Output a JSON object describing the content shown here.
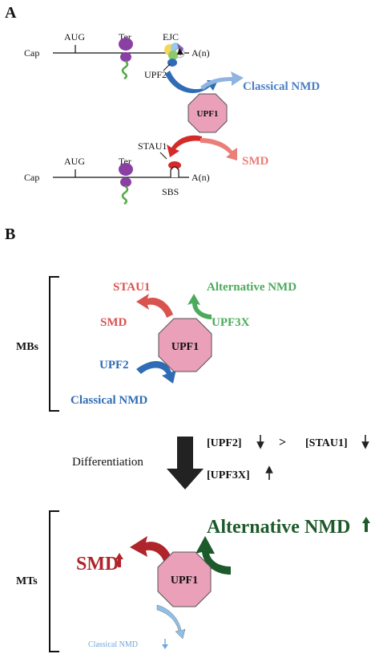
{
  "panel_a": {
    "label": "A",
    "top_mrna": {
      "cap": "Cap",
      "aug": "AUG",
      "ter": "Ter",
      "ejc": "EJC",
      "polya": "A(n)",
      "upf2": "UPF2"
    },
    "upf1": "UPF1",
    "classical_nmd": "Classical NMD",
    "bottom_mrna": {
      "cap": "Cap",
      "aug": "AUG",
      "ter": "Ter",
      "stau1": "STAU1",
      "sbs": "SBS",
      "polya": "A(n)"
    },
    "smd": "SMD"
  },
  "panel_b": {
    "label": "B",
    "mbs": {
      "label": "MBs",
      "stau1": "STAU1",
      "smd": "SMD",
      "alternative_nmd": "Alternative NMD",
      "upf3x": "UPF3X",
      "upf1": "UPF1",
      "upf2": "UPF2",
      "classical_nmd": "Classical NMD"
    },
    "differentiation": "Differentiation",
    "upf2_level": "[UPF2]",
    "greater_than": ">",
    "stau1_level": "[STAU1]",
    "upf3x_level": "[UPF3X]",
    "mts": {
      "label": "MTs",
      "smd": "SMD",
      "alternative_nmd": "Alternative NMD",
      "upf1": "UPF1",
      "classical_nmd": "Classical NMD"
    }
  },
  "colors": {
    "red": "#d9534f",
    "green": "#4caa5c",
    "blue": "#2f6cb5",
    "light_blue": "#6fa7dc",
    "upf1_fill": "#e9a0b8",
    "dark_red": "#b0242b",
    "dark_green": "#1d5a2a",
    "salmon": "#ea7e79"
  }
}
